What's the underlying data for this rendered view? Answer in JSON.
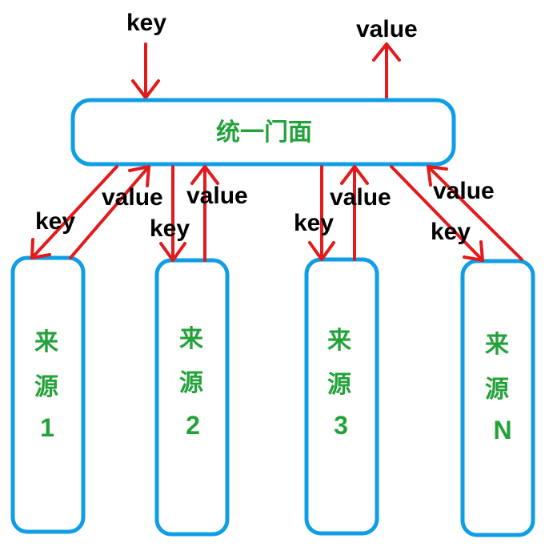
{
  "top": {
    "input_label": "key",
    "output_label": "value"
  },
  "facade": {
    "label": "统一门面"
  },
  "sources": [
    {
      "char1": "来",
      "char2": "源",
      "id": "1",
      "key_label": "key",
      "value_label": "value"
    },
    {
      "char1": "来",
      "char2": "源",
      "id": "2",
      "key_label": "key",
      "value_label": "value"
    },
    {
      "char1": "来",
      "char2": "源",
      "id": "3",
      "key_label": "key",
      "value_label": "value"
    },
    {
      "char1": "来",
      "char2": "源",
      "id": "N",
      "key_label": "key",
      "value_label": "value"
    }
  ],
  "colors": {
    "box_border": "#0f9ee6",
    "arrow": "#e31a1c",
    "chinese_text": "#23a23a",
    "label_text": "#000000"
  }
}
